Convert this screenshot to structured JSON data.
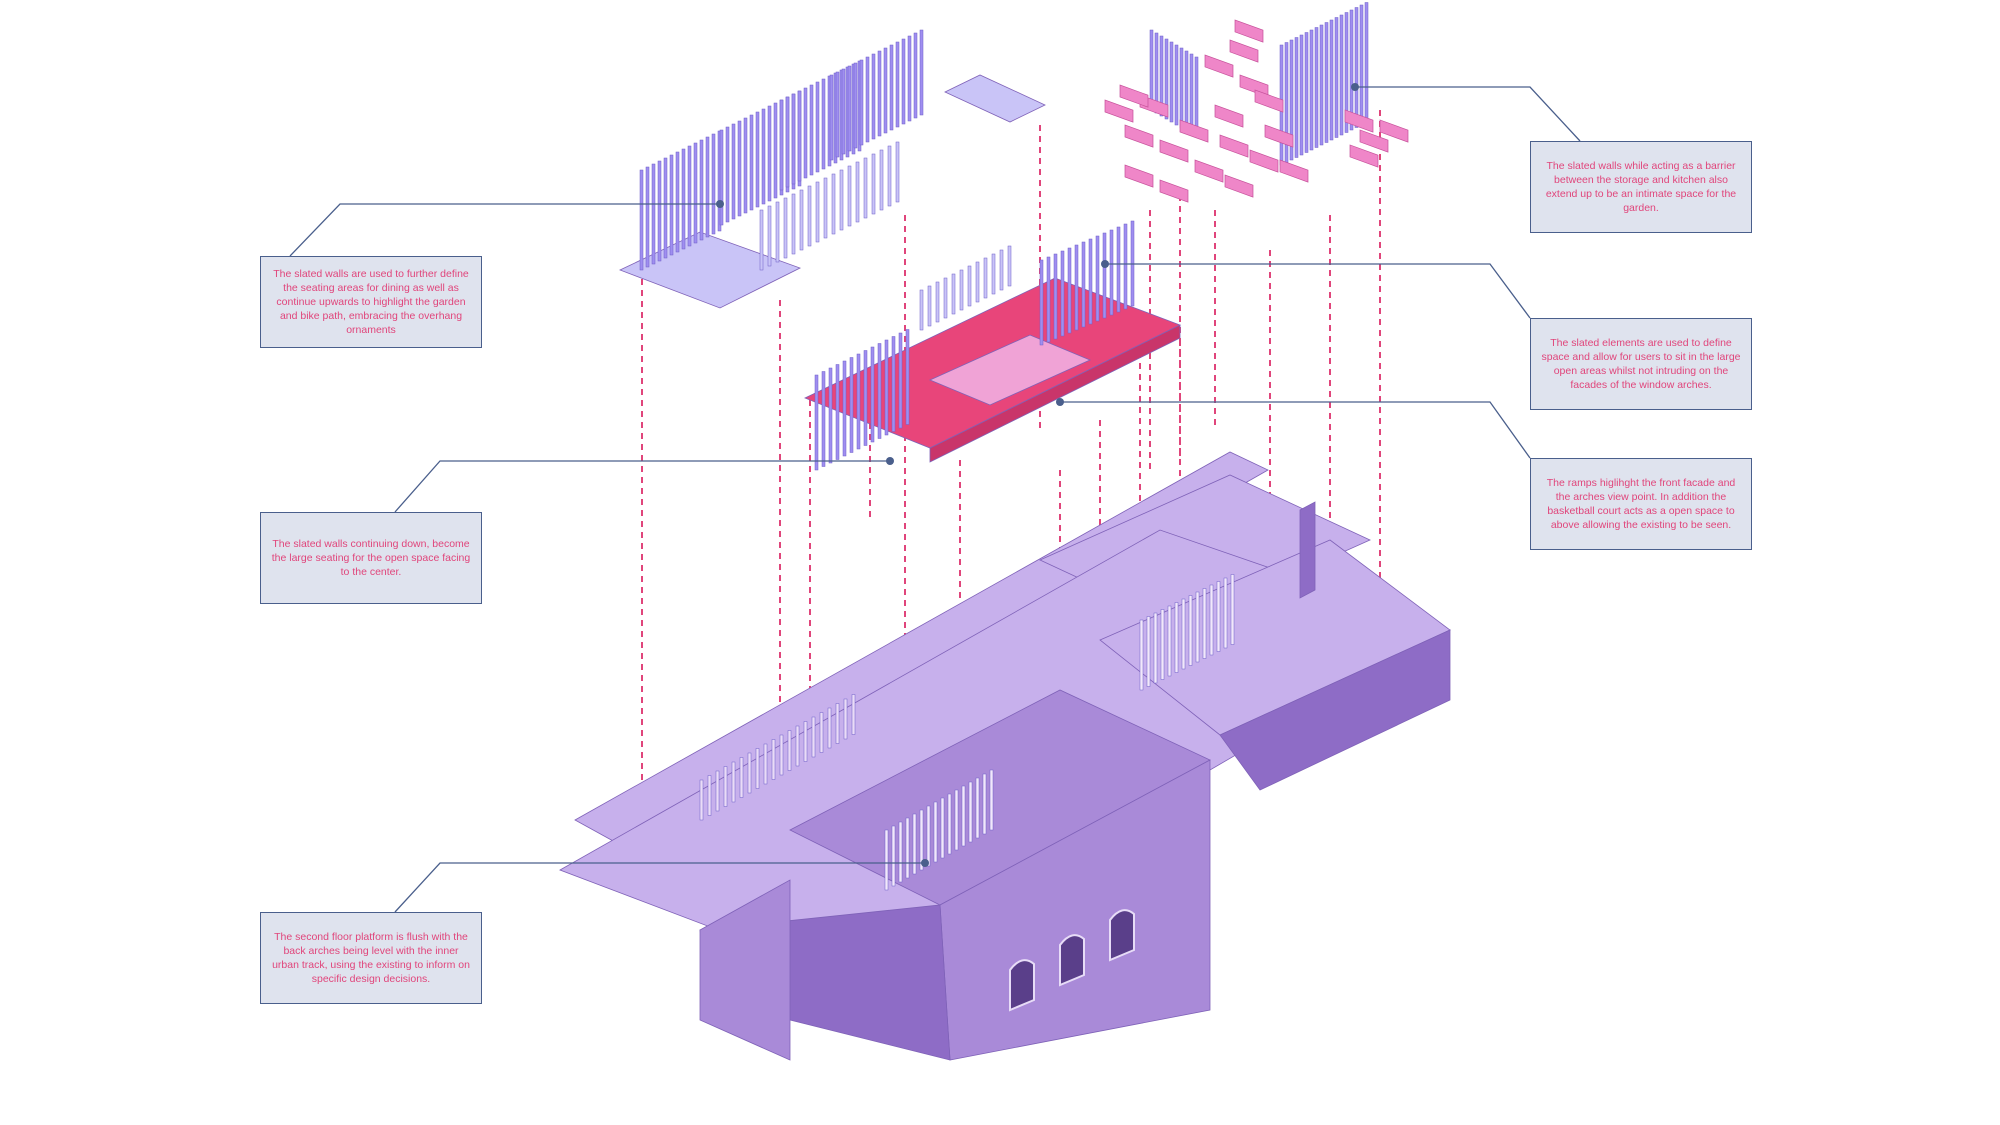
{
  "colors": {
    "building": "#a98ad8",
    "building_dark": "#8e6cc6",
    "building_light": "#c7b0ec",
    "slat": "#9f8ef0",
    "slat_light": "#c9c4f7",
    "platform_pink": "#e8457a",
    "pink_light": "#f0a3d6",
    "furniture": "#ef86c8",
    "guide": "#e0457b",
    "leader": "#4a5f8c",
    "note_bg": "#dfe3ee",
    "note_text": "#e0457b"
  },
  "annotations": [
    {
      "id": "note-seating-walls",
      "text": "The slated walls are used to further define the seating areas for dining as well as continue upwards to highlight the garden and bike path, embracing the overhang ornaments"
    },
    {
      "id": "note-storage-kitchen",
      "text": "The slated walls while acting as a barrier between the storage and kitchen also extend up to be an intimate space for the garden."
    },
    {
      "id": "note-slated-elements",
      "text": "The slated elements are used to define space and allow for users to sit in the large open areas whilst not intruding on the facades of the window arches."
    },
    {
      "id": "note-ramps",
      "text": "The ramps higlihght the front facade and the arches view point. In addition the basketball court acts as a open space to above allowing the existing to be seen."
    },
    {
      "id": "note-walls-down",
      "text": "The slated walls continuing down, become the large seating for the open space facing to the center."
    },
    {
      "id": "note-second-floor",
      "text": "The second floor platform is flush with the back arches being level with the inner urban track, using the existing to inform on specific design decisions."
    }
  ]
}
